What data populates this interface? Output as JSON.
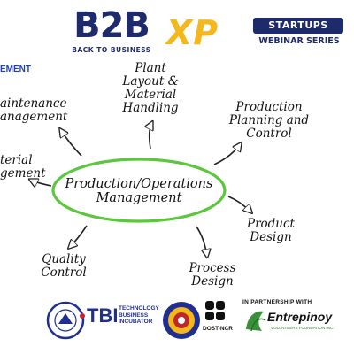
{
  "header": {
    "b2b_logo": "B2B",
    "b2b_tagline": "BACK TO BUSINESS",
    "xp_logo": "XP",
    "startups_label": "STARTUPS",
    "webinar_label": "WEBINAR SERIES",
    "section_cut_label": "EMENT"
  },
  "diagram": {
    "center": [
      "Production/Operations",
      "Management"
    ],
    "nodes": [
      {
        "name": "plant-layout",
        "lines": [
          "Plant",
          "Layout &",
          "Material",
          "Handling"
        ]
      },
      {
        "name": "production-planning",
        "lines": [
          "Production",
          "Planning and",
          "Control"
        ]
      },
      {
        "name": "maintenance",
        "lines": [
          "aintenance",
          "anagement"
        ]
      },
      {
        "name": "material",
        "lines": [
          "terial",
          "gement"
        ]
      },
      {
        "name": "product-design",
        "lines": [
          "Product",
          "Design"
        ]
      },
      {
        "name": "quality-control",
        "lines": [
          "Quality",
          "Control"
        ]
      },
      {
        "name": "process-design",
        "lines": [
          "Process",
          "Design"
        ]
      }
    ],
    "ellipse_color": "#5cc63c"
  },
  "footer": {
    "tbi_main": "TBI",
    "tbi_sub": [
      "TECHNOLOGY",
      "BUSINESS",
      "INCUBATOR"
    ],
    "dost_label": "DOST-NCR",
    "partnership_label": "IN PARTNERSHIP WITH",
    "entrepinoy_label": "Entrepinoy",
    "entrepinoy_sub": "VOLUNTEERS FOUNDATION INC.",
    "colors": {
      "navy": "#1d2a6b",
      "gold": "#f5b81c",
      "blue": "#1e2f8f",
      "red": "#c0272d",
      "green": "#3a8f3a"
    }
  }
}
